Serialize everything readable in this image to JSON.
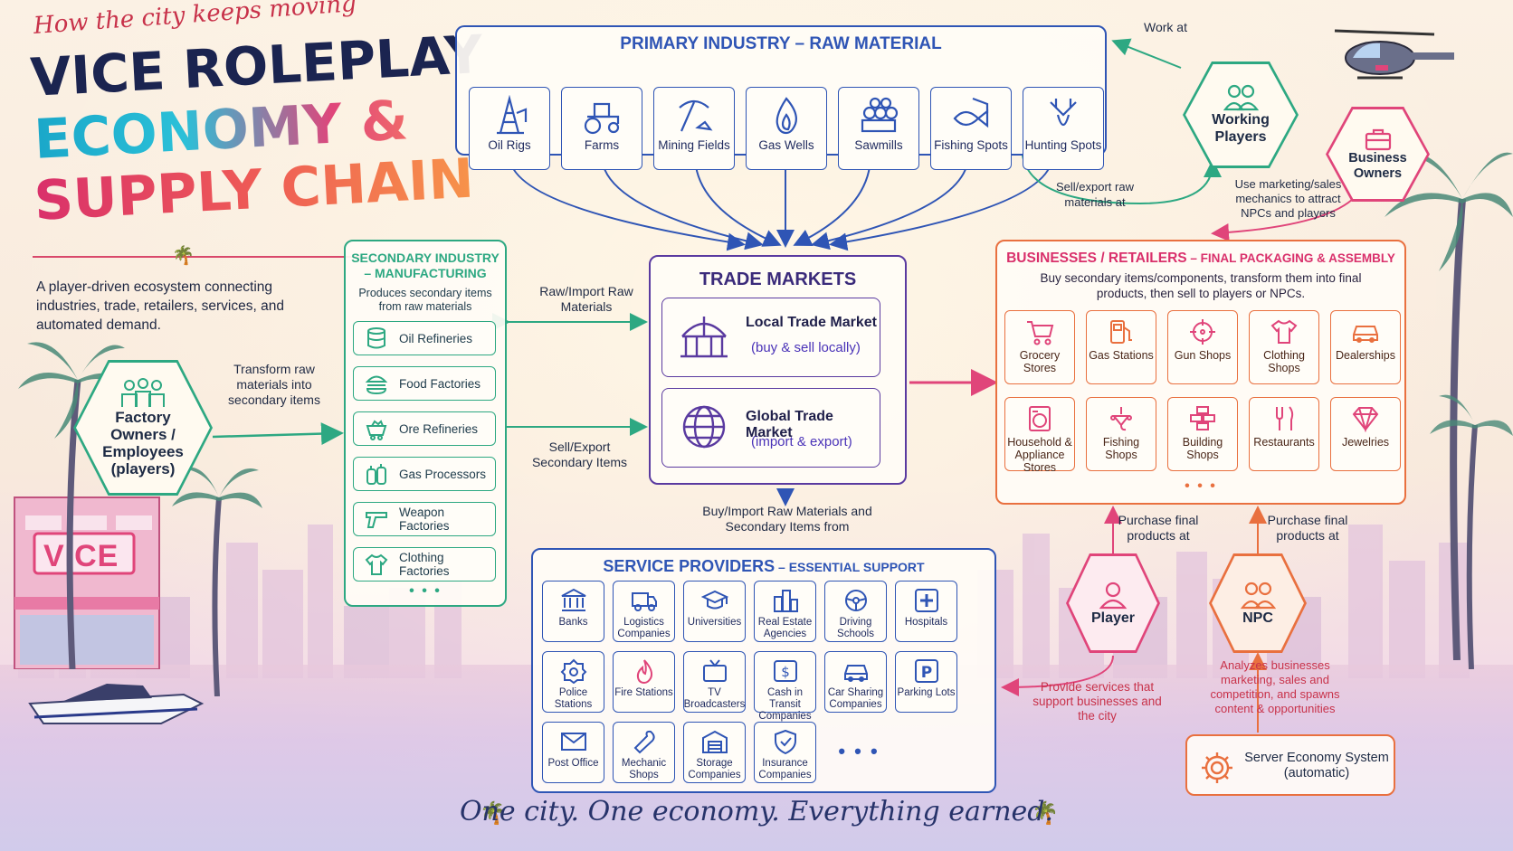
{
  "header": {
    "script_subtitle": "How the city keeps moving",
    "title_line1": "VICE ROLEPLAY",
    "title_line2": "ECONOMY &",
    "title_line3": "SUPPLY CHAIN",
    "intro": "A player-driven ecosystem connecting industries, trade, retailers, services, and automated demand."
  },
  "colors": {
    "primary_blue": "#2f55b5",
    "secondary_green": "#2da882",
    "trade_purple": "#5a3aa0",
    "business_orange": "#e9703f",
    "player_pink": "#e0457a"
  },
  "factory_owners": {
    "label": "Factory Owners / Employees (players)",
    "icon": "people-group-icon",
    "transform_note": "Transform raw materials into secondary items"
  },
  "primary": {
    "title": "PRIMARY INDUSTRY – RAW MATERIAL",
    "items": [
      {
        "label": "Oil Rigs",
        "icon": "oil-rig-icon"
      },
      {
        "label": "Farms",
        "icon": "tractor-icon"
      },
      {
        "label": "Mining Fields",
        "icon": "pickaxe-icon"
      },
      {
        "label": "Gas Wells",
        "icon": "flame-icon"
      },
      {
        "label": "Sawmills",
        "icon": "logs-icon"
      },
      {
        "label": "Fishing Spots",
        "icon": "fish-icon"
      },
      {
        "label": "Hunting Spots",
        "icon": "deer-icon"
      }
    ]
  },
  "working_players": {
    "label": "Working Players",
    "work_at": "Work at",
    "sell_export": "Sell/export raw materials at"
  },
  "business_owners": {
    "label": "Business Owners",
    "note": "Use marketing/sales mechanics to attract NPCs and players"
  },
  "secondary": {
    "title": "SECONDARY INDUSTRY – MANUFACTURING",
    "subtitle": "Produces secondary items from raw materials",
    "items": [
      {
        "label": "Oil Refineries",
        "icon": "barrel-icon"
      },
      {
        "label": "Food Factories",
        "icon": "burger-icon"
      },
      {
        "label": "Ore Refineries",
        "icon": "ore-cart-icon"
      },
      {
        "label": "Gas Processors",
        "icon": "gas-cylinder-icon"
      },
      {
        "label": "Weapon Factories",
        "icon": "pistol-icon"
      },
      {
        "label": "Clothing Factories",
        "icon": "shirt-icon"
      }
    ],
    "more": "• • •"
  },
  "flows": {
    "raw_import": "Raw/Import Raw Materials",
    "sell_export_secondary": "Sell/Export Secondary Items",
    "buy_import": "Buy/Import Raw Materials and Secondary Items from",
    "purchase_final_player": "Purchase final products at",
    "purchase_final_npc": "Purchase final products at",
    "provide_services": "Provide services that support businesses and the city",
    "analyzes": "Analyzes businesses marketing, sales and competition, and spawns content & opportunities"
  },
  "trade": {
    "title": "TRADE MARKETS",
    "local": {
      "name": "Local Trade Market",
      "sub": "(buy & sell locally)",
      "icon": "market-building-icon"
    },
    "global": {
      "name": "Global Trade Market",
      "sub": "(import & export)",
      "icon": "globe-icon"
    }
  },
  "business": {
    "title": "BUSINESSES / RETAILERS",
    "title_suffix": " – FINAL PACKAGING & ASSEMBLY",
    "subtitle": "Buy secondary items/components, transform them into final products, then sell to players or NPCs.",
    "items": [
      {
        "label": "Grocery Stores",
        "icon": "cart-icon"
      },
      {
        "label": "Gas Stations",
        "icon": "fuel-pump-icon"
      },
      {
        "label": "Gun Shops",
        "icon": "crosshair-icon"
      },
      {
        "label": "Clothing Shops",
        "icon": "shirt-icon"
      },
      {
        "label": "Dealerships",
        "icon": "car-icon"
      },
      {
        "label": "Household & Appliance Stores",
        "icon": "washing-machine-icon"
      },
      {
        "label": "Fishing Shops",
        "icon": "fishing-lure-icon"
      },
      {
        "label": "Building Shops",
        "icon": "blocks-icon"
      },
      {
        "label": "Restaurants",
        "icon": "fork-knife-icon"
      },
      {
        "label": "Jewelries",
        "icon": "diamond-icon"
      }
    ],
    "more": "• • •"
  },
  "services": {
    "title": "SERVICE PROVIDERS",
    "title_suffix": " – ESSENTIAL SUPPORT",
    "items": [
      {
        "label": "Banks",
        "icon": "bank-icon"
      },
      {
        "label": "Logistics Companies",
        "icon": "truck-icon"
      },
      {
        "label": "Universities",
        "icon": "graduation-cap-icon"
      },
      {
        "label": "Real Estate Agencies",
        "icon": "buildings-icon"
      },
      {
        "label": "Driving Schools",
        "icon": "steering-wheel-icon"
      },
      {
        "label": "Hospitals",
        "icon": "medical-cross-icon"
      },
      {
        "label": "Police Stations",
        "icon": "police-badge-icon"
      },
      {
        "label": "Fire Stations",
        "icon": "fire-icon"
      },
      {
        "label": "TV Broadcasters",
        "icon": "tv-icon"
      },
      {
        "label": "Cash in Transit Companies",
        "icon": "money-icon"
      },
      {
        "label": "Car Sharing Companies",
        "icon": "car-icon"
      },
      {
        "label": "Parking Lots",
        "icon": "parking-icon"
      },
      {
        "label": "Post Office",
        "icon": "envelope-icon"
      },
      {
        "label": "Mechanic Shops",
        "icon": "wrench-icon"
      },
      {
        "label": "Storage Companies",
        "icon": "warehouse-icon"
      },
      {
        "label": "Insurance Companies",
        "icon": "shield-check-icon"
      }
    ],
    "more": "• • •"
  },
  "actors": {
    "player": "Player",
    "npc": "NPC"
  },
  "server": {
    "label": "Server Economy System",
    "sub": "(automatic)",
    "icon": "gear-icon"
  },
  "scene": {
    "vice_sign": "VICE"
  },
  "footer": {
    "tagline": "One city. One economy. Everything earned."
  }
}
